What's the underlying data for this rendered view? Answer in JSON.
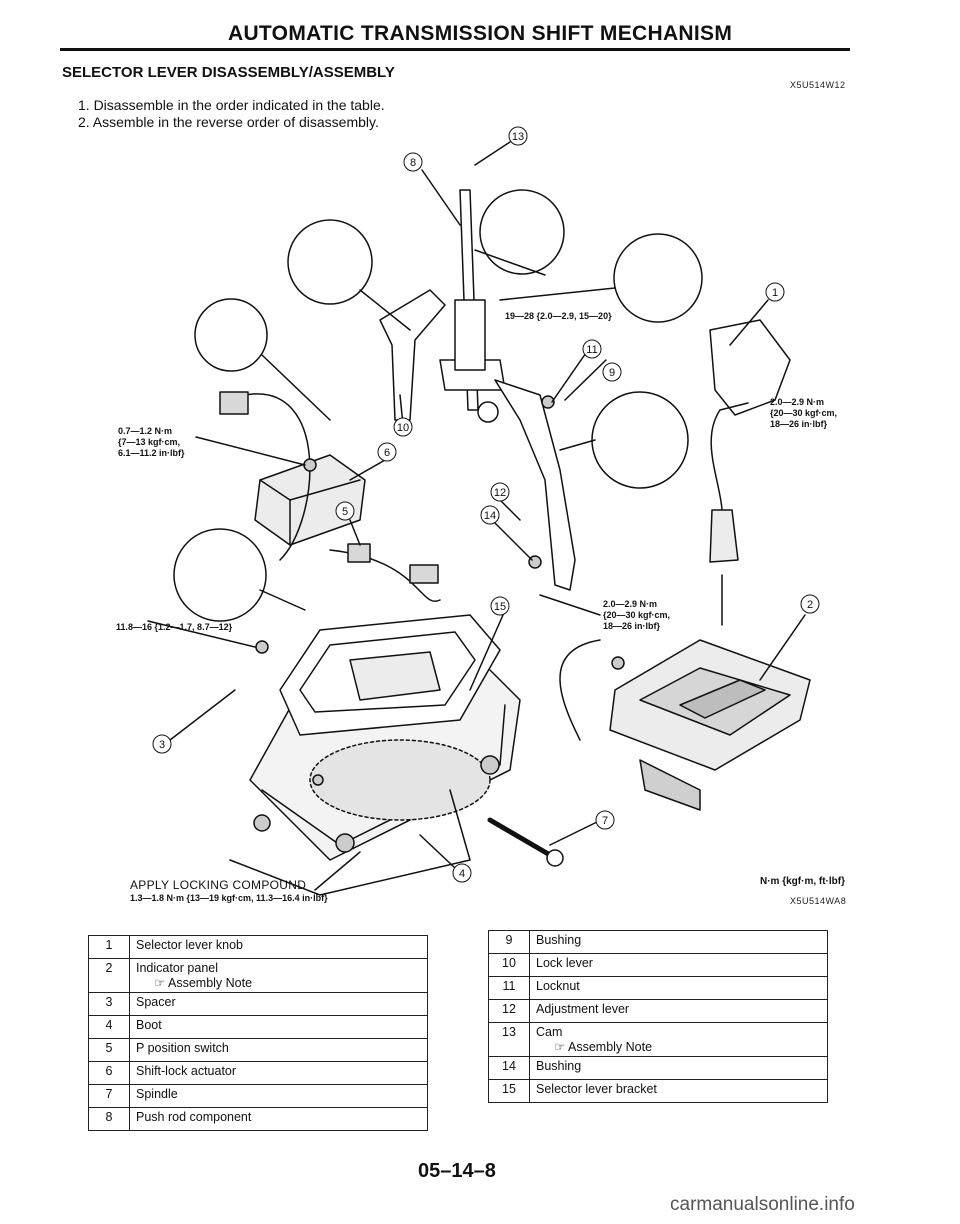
{
  "header": {
    "title": "AUTOMATIC TRANSMISSION SHIFT MECHANISM",
    "section": "SELECTOR LEVER DISASSEMBLY/ASSEMBLY",
    "code_top": "X5U514W12",
    "instructions": [
      "1. Disassemble in the order indicated in the table.",
      "2. Assemble in the reverse order of disassembly."
    ]
  },
  "diagram": {
    "callouts": [
      "1",
      "2",
      "3",
      "4",
      "5",
      "6",
      "7",
      "8",
      "9",
      "10",
      "11",
      "12",
      "13",
      "14",
      "15"
    ],
    "torques": {
      "t1": [
        "0.7—1.2 N·m",
        "{7—13 kgf·cm,",
        "6.1—11.2 in·lbf}"
      ],
      "t2": "19—28 {2.0—2.9, 15—20}",
      "t3": [
        "2.0—2.9 N·m",
        "{20—30 kgf·cm,",
        "18—26 in·lbf}"
      ],
      "t4": "11.8—16 {1.2—1.7, 8.7—12}",
      "t5": [
        "2.0—2.9 N·m",
        "{20—30 kgf·cm,",
        "18—26 in·lbf}"
      ]
    },
    "apply_label": "APPLY LOCKING COMPOUND",
    "apply_torque": "1.3—1.8 N·m {13—19 kgf·cm, 11.3—16.4 in·lbf}",
    "units": "N·m {kgf·m, ft·lbf}",
    "code_bottom": "X5U514WA8"
  },
  "parts_left": [
    {
      "num": "1",
      "desc": "Selector lever knob",
      "note": ""
    },
    {
      "num": "2",
      "desc": "Indicator panel",
      "note": "☞ Assembly Note"
    },
    {
      "num": "3",
      "desc": "Spacer",
      "note": ""
    },
    {
      "num": "4",
      "desc": "Boot",
      "note": ""
    },
    {
      "num": "5",
      "desc": "P position switch",
      "note": ""
    },
    {
      "num": "6",
      "desc": "Shift-lock actuator",
      "note": ""
    },
    {
      "num": "7",
      "desc": "Spindle",
      "note": ""
    },
    {
      "num": "8",
      "desc": "Push rod component",
      "note": ""
    }
  ],
  "parts_right": [
    {
      "num": "9",
      "desc": "Bushing",
      "note": ""
    },
    {
      "num": "10",
      "desc": "Lock lever",
      "note": ""
    },
    {
      "num": "11",
      "desc": "Locknut",
      "note": ""
    },
    {
      "num": "12",
      "desc": "Adjustment lever",
      "note": ""
    },
    {
      "num": "13",
      "desc": "Cam",
      "note": "☞ Assembly Note"
    },
    {
      "num": "14",
      "desc": "Bushing",
      "note": ""
    },
    {
      "num": "15",
      "desc": "Selector lever bracket",
      "note": ""
    }
  ],
  "footer": {
    "page_number": "05–14–8",
    "watermark": "carmanualsonline.info"
  }
}
